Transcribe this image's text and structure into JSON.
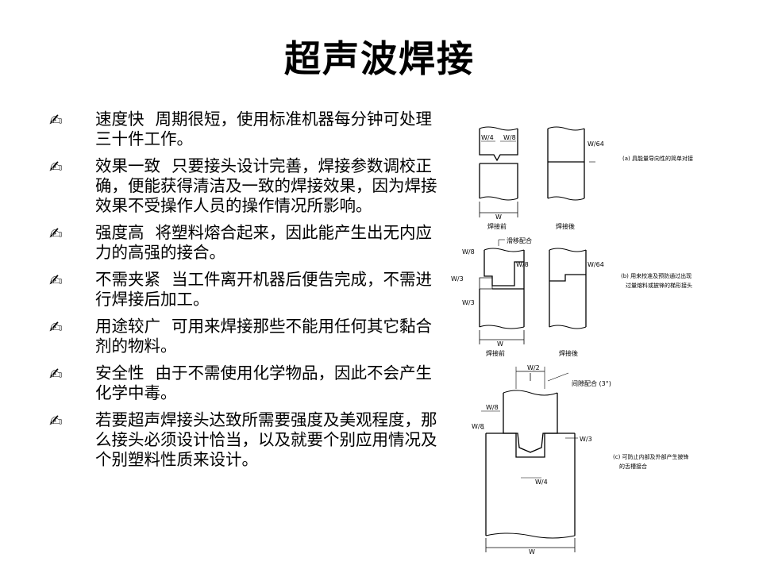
{
  "title": "超声波焊接",
  "bullet_icon": "writing-hand-icon",
  "bullets": [
    {
      "term": "速度快",
      "text": "周期很短，使用标准机器每分钟可处理三十件工作。"
    },
    {
      "term": "效果一致",
      "text": "只要接头设计完善，焊接参数调校正确，便能获得清洁及一致的焊接效果，因为焊接效果不受操作人员的操作情况所影响。"
    },
    {
      "term": "强度高",
      "text": "将塑料熔合起来，因此能产生出无内应力的高强的接合。"
    },
    {
      "term": "不需夹紧",
      "text": "当工件离开机器后便告完成，不需进行焊接后加工。"
    },
    {
      "term": "用途较广",
      "text": "可用来焊接那些不能用任何其它黏合剂的物料。"
    },
    {
      "term": "安全性",
      "text": "由于不需使用化学物品，因此不会产生化学中毒。"
    },
    {
      "term": "若要超声焊接头达致所需要强度及美观程度，那么接头必须设计恰当，以及就要个别应用情况及个别塑料性质来设计。",
      "text": ""
    }
  ],
  "figure": {
    "a": {
      "dims": [
        "W/4",
        "W/8",
        "W/64",
        "W"
      ],
      "before": "焊接前",
      "after": "焊接後",
      "caption": "(a) 具能量导向性的简单对接"
    },
    "b": {
      "fit": "滑移配合",
      "dims": [
        "W/8",
        "W/3",
        "W/3",
        "W/8",
        "W/64",
        "W"
      ],
      "before": "焊接前",
      "after": "焊接後",
      "caption1": "(b) 用来校准及预防通过出现",
      "caption2": "过量熔料或披锋的梯形接头"
    },
    "c": {
      "dims": [
        "W/2",
        "W/8",
        "W/8",
        "W/3",
        "W/4",
        "W"
      ],
      "fit": "间隙配合 (3°)",
      "caption1": "(c) 可防止内部及外部产生披锋",
      "caption2": "的舌槽接合"
    }
  }
}
